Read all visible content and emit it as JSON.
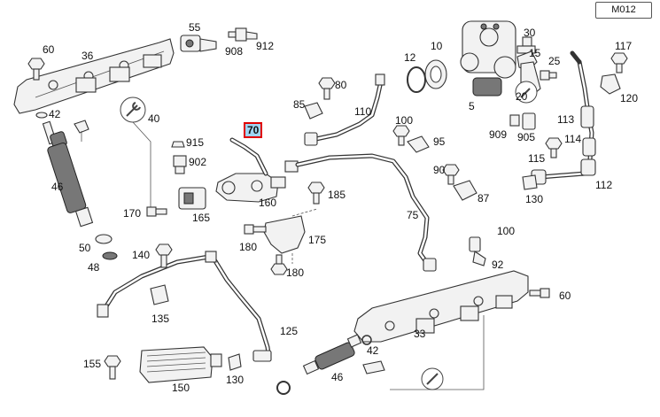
{
  "diagram_code": "M012",
  "highlighted_callout": "70",
  "callouts": [
    {
      "id": "c55",
      "label": "55"
    },
    {
      "id": "c908",
      "label": "908"
    },
    {
      "id": "c912",
      "label": "912"
    },
    {
      "id": "c60a",
      "label": "60"
    },
    {
      "id": "c36",
      "label": "36"
    },
    {
      "id": "c42a",
      "label": "42"
    },
    {
      "id": "c40",
      "label": "40"
    },
    {
      "id": "c46a",
      "label": "46"
    },
    {
      "id": "c50",
      "label": "50"
    },
    {
      "id": "c48",
      "label": "48"
    },
    {
      "id": "c170",
      "label": "170"
    },
    {
      "id": "c140",
      "label": "140"
    },
    {
      "id": "c135",
      "label": "135"
    },
    {
      "id": "c155",
      "label": "155"
    },
    {
      "id": "c150",
      "label": "150"
    },
    {
      "id": "c130a",
      "label": "130"
    },
    {
      "id": "c125",
      "label": "125"
    },
    {
      "id": "c915",
      "label": "915"
    },
    {
      "id": "c902",
      "label": "902"
    },
    {
      "id": "c165",
      "label": "165"
    },
    {
      "id": "c70",
      "label": "70"
    },
    {
      "id": "c160",
      "label": "160"
    },
    {
      "id": "c85",
      "label": "85"
    },
    {
      "id": "c80",
      "label": "80"
    },
    {
      "id": "c110",
      "label": "110"
    },
    {
      "id": "c185",
      "label": "185"
    },
    {
      "id": "c175",
      "label": "175"
    },
    {
      "id": "c180a",
      "label": "180"
    },
    {
      "id": "c180b",
      "label": "180"
    },
    {
      "id": "c75",
      "label": "75"
    },
    {
      "id": "c100a",
      "label": "100"
    },
    {
      "id": "c95",
      "label": "95"
    },
    {
      "id": "c90",
      "label": "90"
    },
    {
      "id": "c87",
      "label": "87"
    },
    {
      "id": "c100b",
      "label": "100"
    },
    {
      "id": "c92",
      "label": "92"
    },
    {
      "id": "c33",
      "label": "33"
    },
    {
      "id": "c42b",
      "label": "42"
    },
    {
      "id": "c46b",
      "label": "46"
    },
    {
      "id": "c60b",
      "label": "60"
    },
    {
      "id": "c12",
      "label": "12"
    },
    {
      "id": "c10",
      "label": "10"
    },
    {
      "id": "c5",
      "label": "5"
    },
    {
      "id": "c30",
      "label": "30"
    },
    {
      "id": "c15",
      "label": "15"
    },
    {
      "id": "c25",
      "label": "25"
    },
    {
      "id": "c20",
      "label": "20"
    },
    {
      "id": "c117",
      "label": "117"
    },
    {
      "id": "c120",
      "label": "120"
    },
    {
      "id": "c113",
      "label": "113"
    },
    {
      "id": "c909",
      "label": "909"
    },
    {
      "id": "c905",
      "label": "905"
    },
    {
      "id": "c114",
      "label": "114"
    },
    {
      "id": "c115",
      "label": "115"
    },
    {
      "id": "c112",
      "label": "112"
    },
    {
      "id": "c130b",
      "label": "130"
    }
  ]
}
